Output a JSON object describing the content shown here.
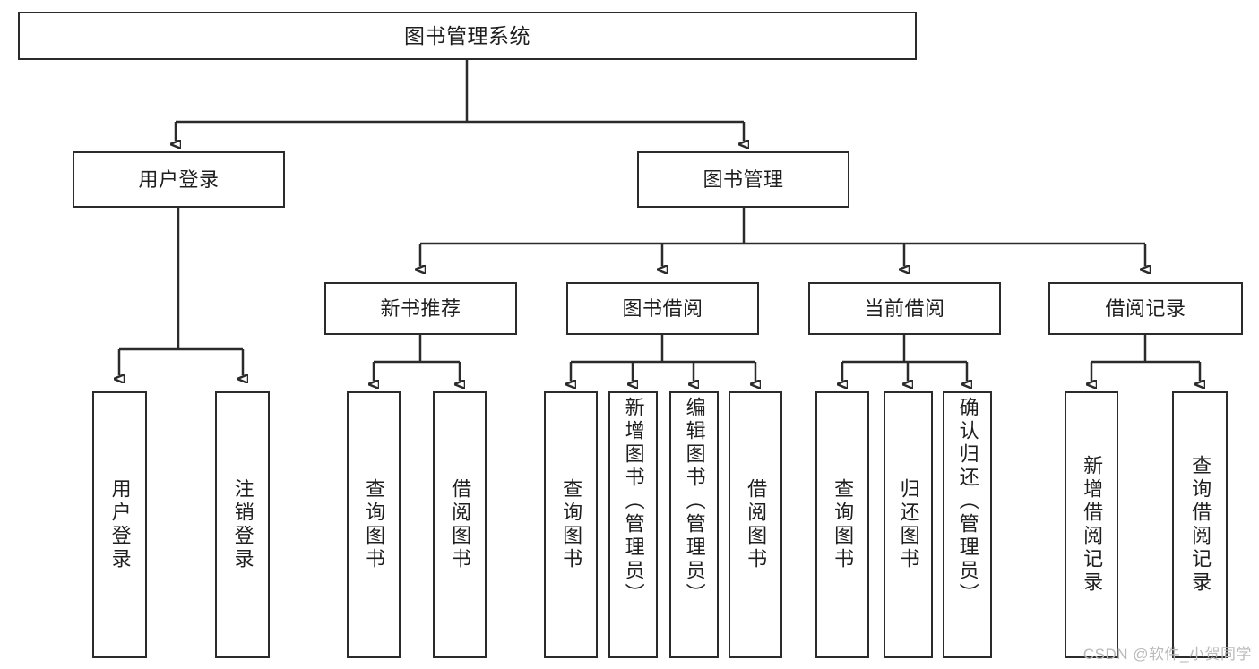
{
  "diagram": {
    "title": "图书管理系统",
    "type": "tree-hierarchy-chart",
    "colors": {
      "stroke": "#2b2b2b",
      "background": "#ffffff",
      "text": "#1f1f1f",
      "watermark": "#b9b9b9"
    },
    "root": {
      "label": "图书管理系统"
    },
    "level2": [
      {
        "label": "用户登录"
      },
      {
        "label": "图书管理"
      }
    ],
    "level3": [
      {
        "label": "新书推荐"
      },
      {
        "label": "图书借阅"
      },
      {
        "label": "当前借阅"
      },
      {
        "label": "借阅记录"
      }
    ],
    "leaves": [
      {
        "label": "用户登录"
      },
      {
        "label": "注销登录"
      },
      {
        "label": "查询图书"
      },
      {
        "label": "借阅图书"
      },
      {
        "label": "查询图书"
      },
      {
        "label": "新增图书（管理员）"
      },
      {
        "label": "编辑图书（管理员）"
      },
      {
        "label": "借阅图书"
      },
      {
        "label": "查询图书"
      },
      {
        "label": "归还图书"
      },
      {
        "label": "确认归还（管理员）"
      },
      {
        "label": "新增借阅记录"
      },
      {
        "label": "查询借阅记录"
      }
    ],
    "watermark": "CSDN @软件_小贺同学"
  }
}
